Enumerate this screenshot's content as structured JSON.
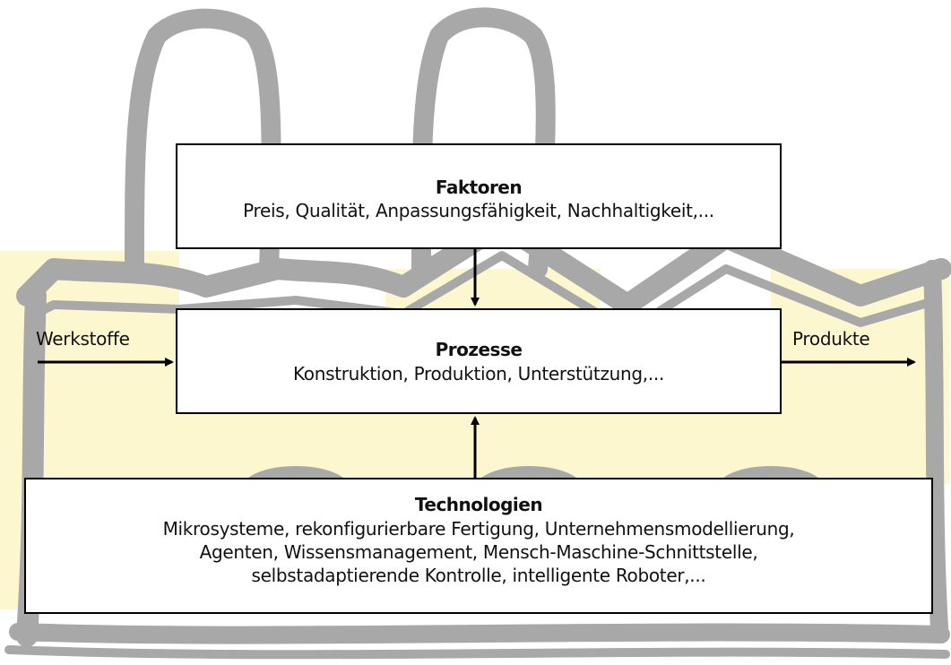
{
  "diagram": {
    "faktoren": {
      "title": "Faktoren",
      "items": "Preis, Qualität, Anpassungsfähigkeit, Nachhaltigkeit,..."
    },
    "prozesse": {
      "title": "Prozesse",
      "items": "Konstruktion, Produktion, Unterstützung,..."
    },
    "technologien": {
      "title": "Technologien",
      "lines": [
        "Mikrosysteme, rekonfigurierbare Fertigung, Unternehmensmodellierung,",
        "Agenten, Wissensmanagement, Mensch-Maschine-Schnittstelle,",
        "selbstadaptierende Kontrolle, intelligente Roboter,..."
      ]
    },
    "input_label": "Werkstoffe",
    "output_label": "Produkte"
  },
  "background": {
    "illustration": "sketched-factory",
    "colors": {
      "sketch": "#a8a8a8",
      "glow": "#fdf6c8"
    }
  }
}
